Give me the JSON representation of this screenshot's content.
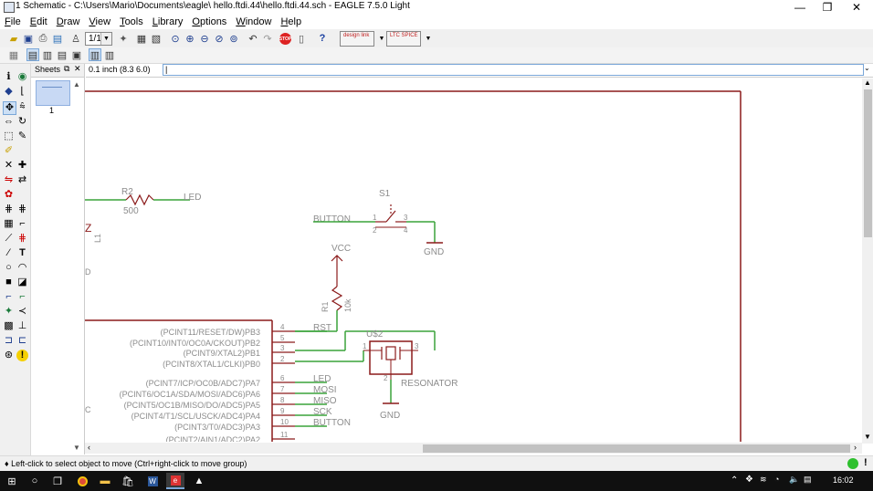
{
  "window": {
    "title": "1 Schematic - C:\\Users\\Mario\\Documents\\eagle\\   hello.ftdi.44\\hello.ftdi.44.sch - EAGLE 7.5.0 Light",
    "minimize": "—",
    "maximize": "❐",
    "close": "✕"
  },
  "menu": [
    {
      "key": "F",
      "rest": "ile"
    },
    {
      "key": "E",
      "rest": "dit"
    },
    {
      "key": "D",
      "rest": "raw"
    },
    {
      "key": "V",
      "rest": "iew"
    },
    {
      "key": "T",
      "rest": "ools"
    },
    {
      "key": "L",
      "rest": "ibrary"
    },
    {
      "key": "O",
      "rest": "ptions"
    },
    {
      "key": "W",
      "rest": "indow"
    },
    {
      "key": "H",
      "rest": "elp"
    }
  ],
  "toolbar": {
    "sheet_select": "1/1",
    "stop_label": "STOP",
    "help_label": "?",
    "designlink_label": "design link",
    "ltspice_label": "LTC SPICE"
  },
  "sheets_panel": {
    "title": "Sheets",
    "sheet_number": "1"
  },
  "coord": {
    "grid_readout": "0.1 inch (8.3 6.0)",
    "command_value": "|"
  },
  "status": {
    "message": "♦ Left-click to select object to move (Ctrl+right-click to move group)"
  },
  "taskbar": {
    "time": "16:02"
  },
  "schematic": {
    "r2_name": "R2",
    "r2_value": "500",
    "led_net_top": "LED",
    "s1_name": "S1",
    "button_net": "BUTTON",
    "s1_pin1": "1",
    "s1_pin2": "2",
    "s1_pin3": "3",
    "s1_pin4": "4",
    "gnd_label_1": "GND",
    "vcc_label": "VCC",
    "r1_name": "R1",
    "r1_value": "10k",
    "left_fragment_z": "Z",
    "left_fragment_l1": "L1",
    "left_fragment_d": "D",
    "left_fragment_c": "C",
    "rst_net": "RST",
    "ic_pins": [
      {
        "label": "(PCINT11/RESET/DW)PB3",
        "num": "4",
        "net": "RST"
      },
      {
        "label": "(PCINT10/INT0/OC0A/CKOUT)PB2",
        "num": "5",
        "net": ""
      },
      {
        "label": "(PCINT9/XTAL2)PB1",
        "num": "3",
        "net": ""
      },
      {
        "label": "(PCINT8/XTAL1/CLKI)PB0",
        "num": "2",
        "net": ""
      },
      {
        "label": "(PCINT7/ICP/OC0B/ADC7)PA7",
        "num": "6",
        "net": "LED"
      },
      {
        "label": "(PCINT6/OC1A/SDA/MOSI/ADC6)PA6",
        "num": "7",
        "net": "MOSI"
      },
      {
        "label": "(PCINT5/OC1B/MISO/DO/ADC5)PA5",
        "num": "8",
        "net": "MISO"
      },
      {
        "label": "(PCINT4/T1/SCL/USCK/ADC4)PA4",
        "num": "9",
        "net": "SCK"
      },
      {
        "label": "(PCINT3/T0/ADC3)PA3",
        "num": "10",
        "net": "BUTTON"
      },
      {
        "label": "(PCINT2/AIN1/ADC2)PA2",
        "num": "11",
        "net": ""
      }
    ],
    "u2_name": "U$2",
    "resonator_label": "RESONATOR",
    "res_pin1": "1",
    "res_pin2": "2",
    "res_pin3": "3",
    "gnd_label_2": "GND"
  },
  "colors": {
    "frame": "#8b1a1a",
    "net": "#3aa33a",
    "symbol": "#8b1a1a",
    "text_gray": "#8c8c8c"
  }
}
